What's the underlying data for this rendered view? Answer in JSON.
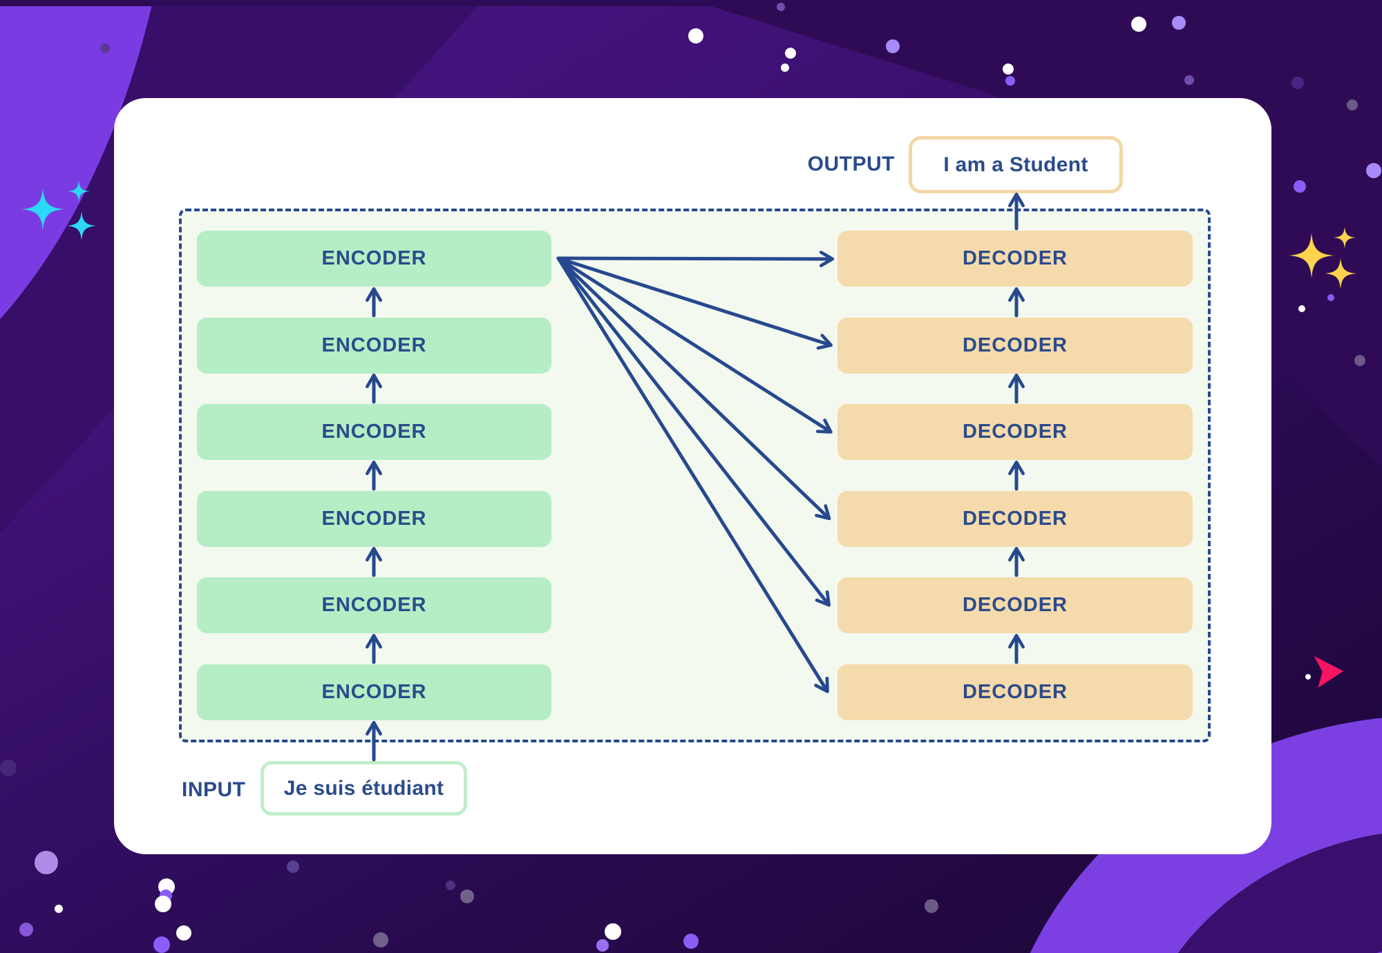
{
  "diagram": {
    "output_label": "OUTPUT",
    "output_text": "I am a Student",
    "input_label": "INPUT",
    "input_text": "Je suis étudiant",
    "encoders": [
      "ENCODER",
      "ENCODER",
      "ENCODER",
      "ENCODER",
      "ENCODER",
      "ENCODER"
    ],
    "decoders": [
      "DECODER",
      "DECODER",
      "DECODER",
      "DECODER",
      "DECODER",
      "DECODER"
    ]
  },
  "colors": {
    "card_bg": "#ffffff",
    "container_bg": "#f3f9ef",
    "dashed_border": "#26498e",
    "encoder_fill": "#b5edc4",
    "decoder_fill": "#f5daab",
    "text_blue": "#2a4b8c",
    "arrow_blue": "#26498e",
    "output_box_border": "#f3d7a6",
    "input_box_border": "#c2edca",
    "background_purple": "#4a1685",
    "background_bright_band": "#7c40e2",
    "sparkle_cyan": "#2bd9f7",
    "sparkle_yellow": "#ffd44d",
    "chevron_pink": "#fb1464"
  },
  "icons": {
    "cyan_sparkles": "sparkle-cluster-cyan-icon",
    "yellow_sparkles": "sparkle-cluster-yellow-icon",
    "pink_chevron": "chevron-arrow-pink-icon",
    "arrowheads": "up-and-fanout-arrow-icons"
  }
}
